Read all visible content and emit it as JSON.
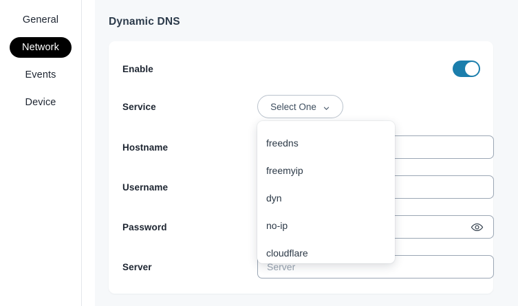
{
  "sidebar": {
    "items": [
      {
        "label": "General",
        "active": false
      },
      {
        "label": "Network",
        "active": true
      },
      {
        "label": "Events",
        "active": false
      },
      {
        "label": "Device",
        "active": false
      }
    ]
  },
  "panel": {
    "title": "Dynamic DNS"
  },
  "form": {
    "enable": {
      "label": "Enable",
      "toggle_state": "on",
      "toggle_color": "#1b7eac"
    },
    "service": {
      "label": "Service",
      "selected_value": "Select One",
      "chevron_icon": "chevron-down-icon",
      "expanded": true,
      "options": [
        "freedns",
        "freemyip",
        "dyn",
        "no-ip",
        "cloudflare"
      ]
    },
    "hostname": {
      "label": "Hostname",
      "value": "",
      "placeholder": ""
    },
    "username": {
      "label": "Username",
      "value": "",
      "placeholder": ""
    },
    "password": {
      "label": "Password",
      "value": "",
      "placeholder": "",
      "reveal_icon": "eye-icon"
    },
    "server": {
      "label": "Server",
      "value": "",
      "placeholder": "Server"
    }
  },
  "colors": {
    "accent": "#1b7eac",
    "active_nav_bg": "#000000",
    "panel_bg": "#f6f8fa",
    "card_bg": "#ffffff",
    "title_text": "#2b3a4a"
  }
}
